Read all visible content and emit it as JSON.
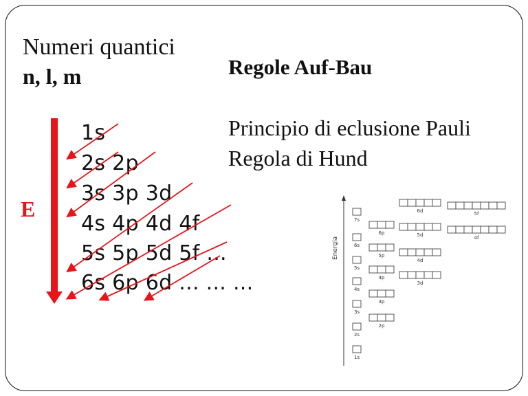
{
  "heading": {
    "line1": "Numeri quantici",
    "line2": "n, l, m"
  },
  "rules_title": "Regole Auf-Bau",
  "principles": [
    "Principio di eclusione Pauli",
    "Regola di Hund"
  ],
  "energy_label": "E",
  "orbital_rows": [
    "1s",
    "2s 2p",
    "3s 3p 3d",
    "4s 4p 4d 4f",
    "5s 5p 5d 5f ...",
    "6s 6p 6d ... ... ..."
  ],
  "energy_diagram": {
    "axis_label": "Energia",
    "levels": [
      {
        "label": "7s",
        "boxes": 1
      },
      {
        "label": "6s",
        "boxes": 1
      },
      {
        "label": "5s",
        "boxes": 1
      },
      {
        "label": "4s",
        "boxes": 1
      },
      {
        "label": "3s",
        "boxes": 1
      },
      {
        "label": "2s",
        "boxes": 1
      },
      {
        "label": "1s",
        "boxes": 1
      },
      {
        "label": "6p",
        "boxes": 3
      },
      {
        "label": "5p",
        "boxes": 3
      },
      {
        "label": "4p",
        "boxes": 3
      },
      {
        "label": "3p",
        "boxes": 3
      },
      {
        "label": "2p",
        "boxes": 3
      },
      {
        "label": "6d",
        "boxes": 5
      },
      {
        "label": "5d",
        "boxes": 5
      },
      {
        "label": "4d",
        "boxes": 5
      },
      {
        "label": "3d",
        "boxes": 5
      },
      {
        "label": "5f",
        "boxes": 7
      },
      {
        "label": "4f",
        "boxes": 7
      }
    ]
  },
  "colors": {
    "arrow": "#e8141a",
    "text": "#111111"
  }
}
